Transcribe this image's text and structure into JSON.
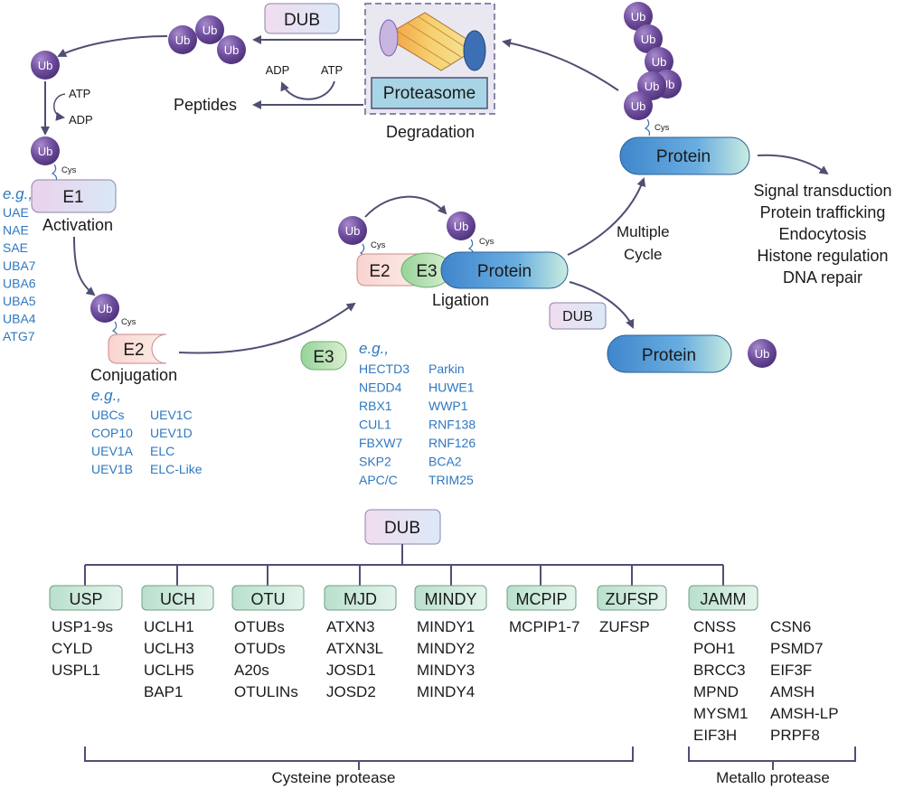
{
  "degradation": {
    "proteasome": "Proteasome",
    "label": "Degradation",
    "dub": "DUB",
    "adp": "ADP",
    "atp": "ATP",
    "peptides": "Peptides"
  },
  "activation": {
    "atp": "ATP",
    "adp": "ADP",
    "enzyme": "E1",
    "label": "Activation",
    "eg": "e.g.,",
    "examples": [
      "UAE",
      "NAE",
      "SAE",
      "UBA7",
      "UBA6",
      "UBA5",
      "UBA4",
      "ATG7"
    ]
  },
  "conjugation": {
    "enzyme": "E2",
    "label": "Conjugation",
    "eg": "e.g.,",
    "examples_col1": [
      "UBCs",
      "COP10",
      "UEV1A",
      "UEV1B"
    ],
    "examples_col2": [
      "UEV1C",
      "UEV1D",
      "ELC",
      "ELC-Like"
    ]
  },
  "ligation": {
    "e2": "E2",
    "e3": "E3",
    "protein": "Protein",
    "label": "Ligation",
    "e3_badge": "E3",
    "eg": "e.g.,",
    "examples_col1": [
      "HECTD3",
      "NEDD4",
      "RBX1",
      "CUL1",
      "FBXW7",
      "SKP2",
      "APC/C"
    ],
    "examples_col2": [
      "Parkin",
      "HUWE1",
      "WWP1",
      "RNF138",
      "RNF126",
      "BCA2",
      "TRIM25"
    ]
  },
  "ubiquitinated": {
    "protein": "Protein",
    "multiple_cycle": [
      "Multiple",
      "Cycle"
    ],
    "functions": [
      "Signal transduction",
      "Protein trafficking",
      "Endocytosis",
      "Histone regulation",
      "DNA repair"
    ]
  },
  "deubiquitination": {
    "dub": "DUB",
    "protein": "Protein"
  },
  "ub_label": "Ub",
  "cys_label": "Cys",
  "dub_tree": {
    "root": "DUB",
    "families": [
      {
        "name": "USP",
        "members": [
          "USP1-9s",
          "CYLD",
          "USPL1"
        ]
      },
      {
        "name": "UCH",
        "members": [
          "UCLH1",
          "UCLH3",
          "UCLH5",
          "BAP1"
        ]
      },
      {
        "name": "OTU",
        "members": [
          "OTUBs",
          "OTUDs",
          "A20s",
          "OTULINs"
        ]
      },
      {
        "name": "MJD",
        "members": [
          "ATXN3",
          "ATXN3L",
          "JOSD1",
          "JOSD2"
        ]
      },
      {
        "name": "MINDY",
        "members": [
          "MINDY1",
          "MINDY2",
          "MINDY3",
          "MINDY4"
        ]
      },
      {
        "name": "MCPIP",
        "members": [
          "MCPIP1-7"
        ]
      },
      {
        "name": "ZUFSP",
        "members": [
          "ZUFSP"
        ]
      },
      {
        "name": "JAMM",
        "members": [
          "CNSS",
          "POH1",
          "BRCC3",
          "MPND",
          "MYSM1",
          "EIF3H"
        ],
        "members_col2": [
          "CSN6",
          "PSMD7",
          "EIF3F",
          "AMSH",
          "AMSH-LP",
          "PRPF8"
        ]
      }
    ],
    "cysteine_label": "Cysteine protease",
    "metallo_label": "Metallo protease"
  },
  "colors": {
    "ub_ball": "#6f4d9e",
    "dub_box": "#ede2f3",
    "e1_box": "#e6d7f0",
    "e2_box": "#f6d9d5",
    "e3_box": "#b8dfa6",
    "protein": "#4e94d4",
    "family_box": "#cfe9d8",
    "edge": "#4f4f73",
    "example_text": "#2f78c0"
  }
}
